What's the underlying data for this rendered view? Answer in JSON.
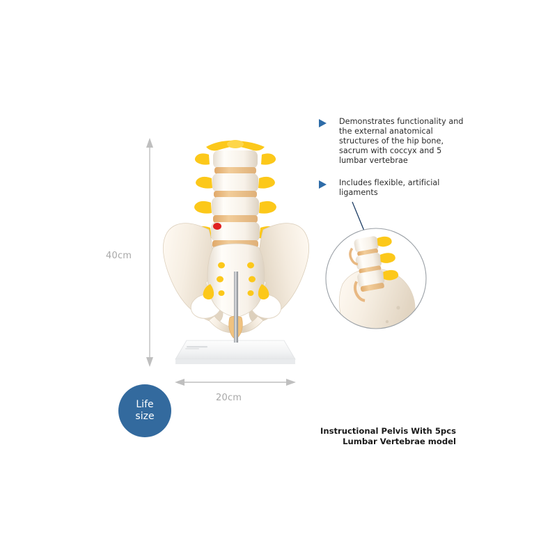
{
  "background_color": "#ffffff",
  "accent_color": "#2e6ca8",
  "badge_color": "#336a9e",
  "dimensions": {
    "height_label": "40cm",
    "width_label": "20cm"
  },
  "badge": {
    "line1": "Life",
    "line2": "size"
  },
  "features": [
    {
      "icon": "triangle-bullet-icon",
      "text": "Demonstrates functionality and the external anatomical structures of the hip bone, sacrum with coccyx and 5 lumbar vertebrae"
    },
    {
      "icon": "triangle-bullet-icon",
      "text": "Includes flexible, artificial ligaments"
    }
  ],
  "product": {
    "title_line1": "Instructional Pelvis With 5pcs",
    "title_line2": "Lumbar Vertebrae model"
  },
  "model": {
    "bone_color": "#f6efe5",
    "bone_shade": "#e3d7c6",
    "disc_color": "#edbf86",
    "nerve_color": "#fcc81a",
    "marker_color": "#e02020",
    "rod_color": "#b9bcc0",
    "base_color": "#f4f5f6"
  }
}
